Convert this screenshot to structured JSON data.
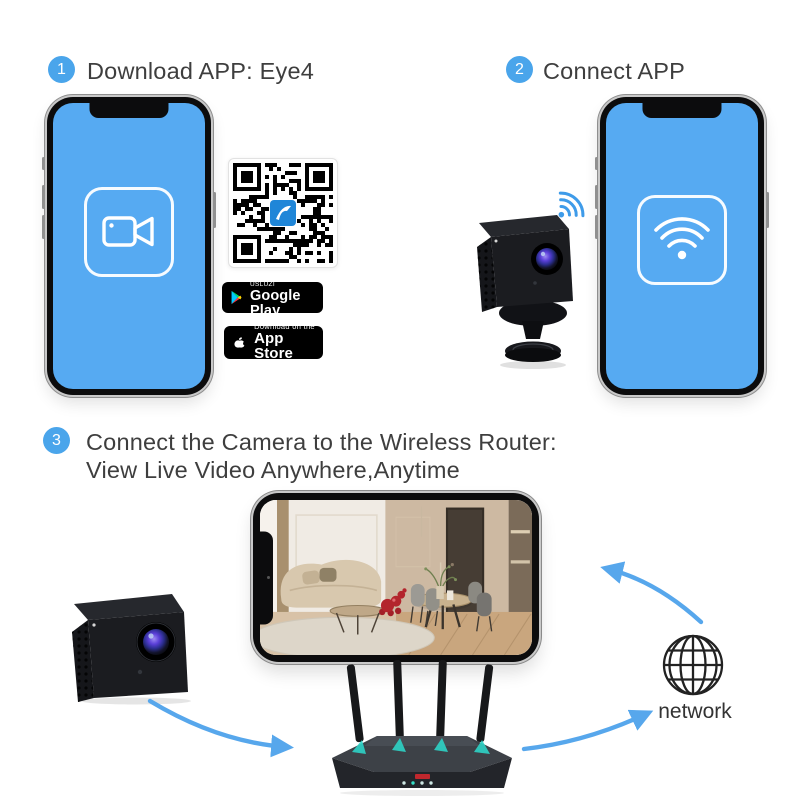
{
  "colors": {
    "accent_blue": "#4AA5EB",
    "phone_screen_blue": "#56AAF2",
    "arrow_blue": "#57A7EC",
    "heading_text": "#3E3E3E",
    "wifi_signal_blue": "#3E9BE9",
    "router_accent_teal": "#2ED3C6",
    "balloon_dog_red": "#B3252C"
  },
  "steps": [
    {
      "number": "1",
      "title": "Download APP: Eye4"
    },
    {
      "number": "2",
      "title": "Connect APP"
    },
    {
      "number": "3",
      "title": "Connect the Camera to the Wireless Router:",
      "subtitle": "View Live Video Anywhere,Anytime"
    }
  ],
  "store_badges": {
    "google_play": {
      "tagline": "DOSTUPNO NA USLUZI",
      "name": "Google Play"
    },
    "app_store": {
      "tagline": "Download on the",
      "name": "App Store"
    }
  },
  "network_label": "network"
}
